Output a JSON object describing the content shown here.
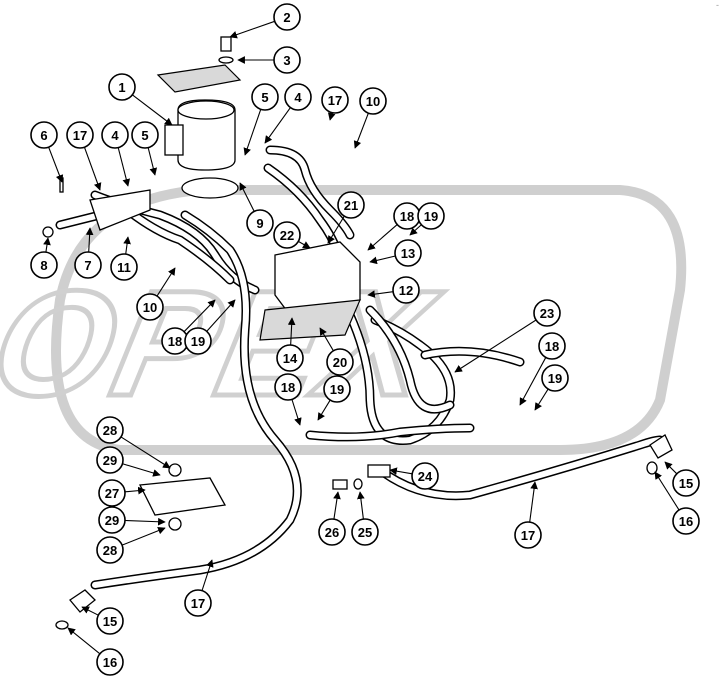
{
  "corner_mark": "-",
  "watermark": {
    "text": "OPEX"
  },
  "callouts": [
    {
      "label": "1"
    },
    {
      "label": "2"
    },
    {
      "label": "3"
    },
    {
      "label": "4"
    },
    {
      "label": "5"
    },
    {
      "label": "4"
    },
    {
      "label": "5"
    },
    {
      "label": "17"
    },
    {
      "label": "10"
    },
    {
      "label": "6"
    },
    {
      "label": "17"
    },
    {
      "label": "21"
    },
    {
      "label": "9"
    },
    {
      "label": "18"
    },
    {
      "label": "19"
    },
    {
      "label": "22"
    },
    {
      "label": "13"
    },
    {
      "label": "8"
    },
    {
      "label": "7"
    },
    {
      "label": "11"
    },
    {
      "label": "12"
    },
    {
      "label": "10"
    },
    {
      "label": "18"
    },
    {
      "label": "19"
    },
    {
      "label": "23"
    },
    {
      "label": "14"
    },
    {
      "label": "20"
    },
    {
      "label": "18"
    },
    {
      "label": "19"
    },
    {
      "label": "18"
    },
    {
      "label": "19"
    },
    {
      "label": "28"
    },
    {
      "label": "24"
    },
    {
      "label": "15"
    },
    {
      "label": "29"
    },
    {
      "label": "27"
    },
    {
      "label": "16"
    },
    {
      "label": "17"
    },
    {
      "label": "29"
    },
    {
      "label": "26"
    },
    {
      "label": "25"
    },
    {
      "label": "28"
    },
    {
      "label": "17"
    },
    {
      "label": "15"
    },
    {
      "label": "16"
    }
  ]
}
